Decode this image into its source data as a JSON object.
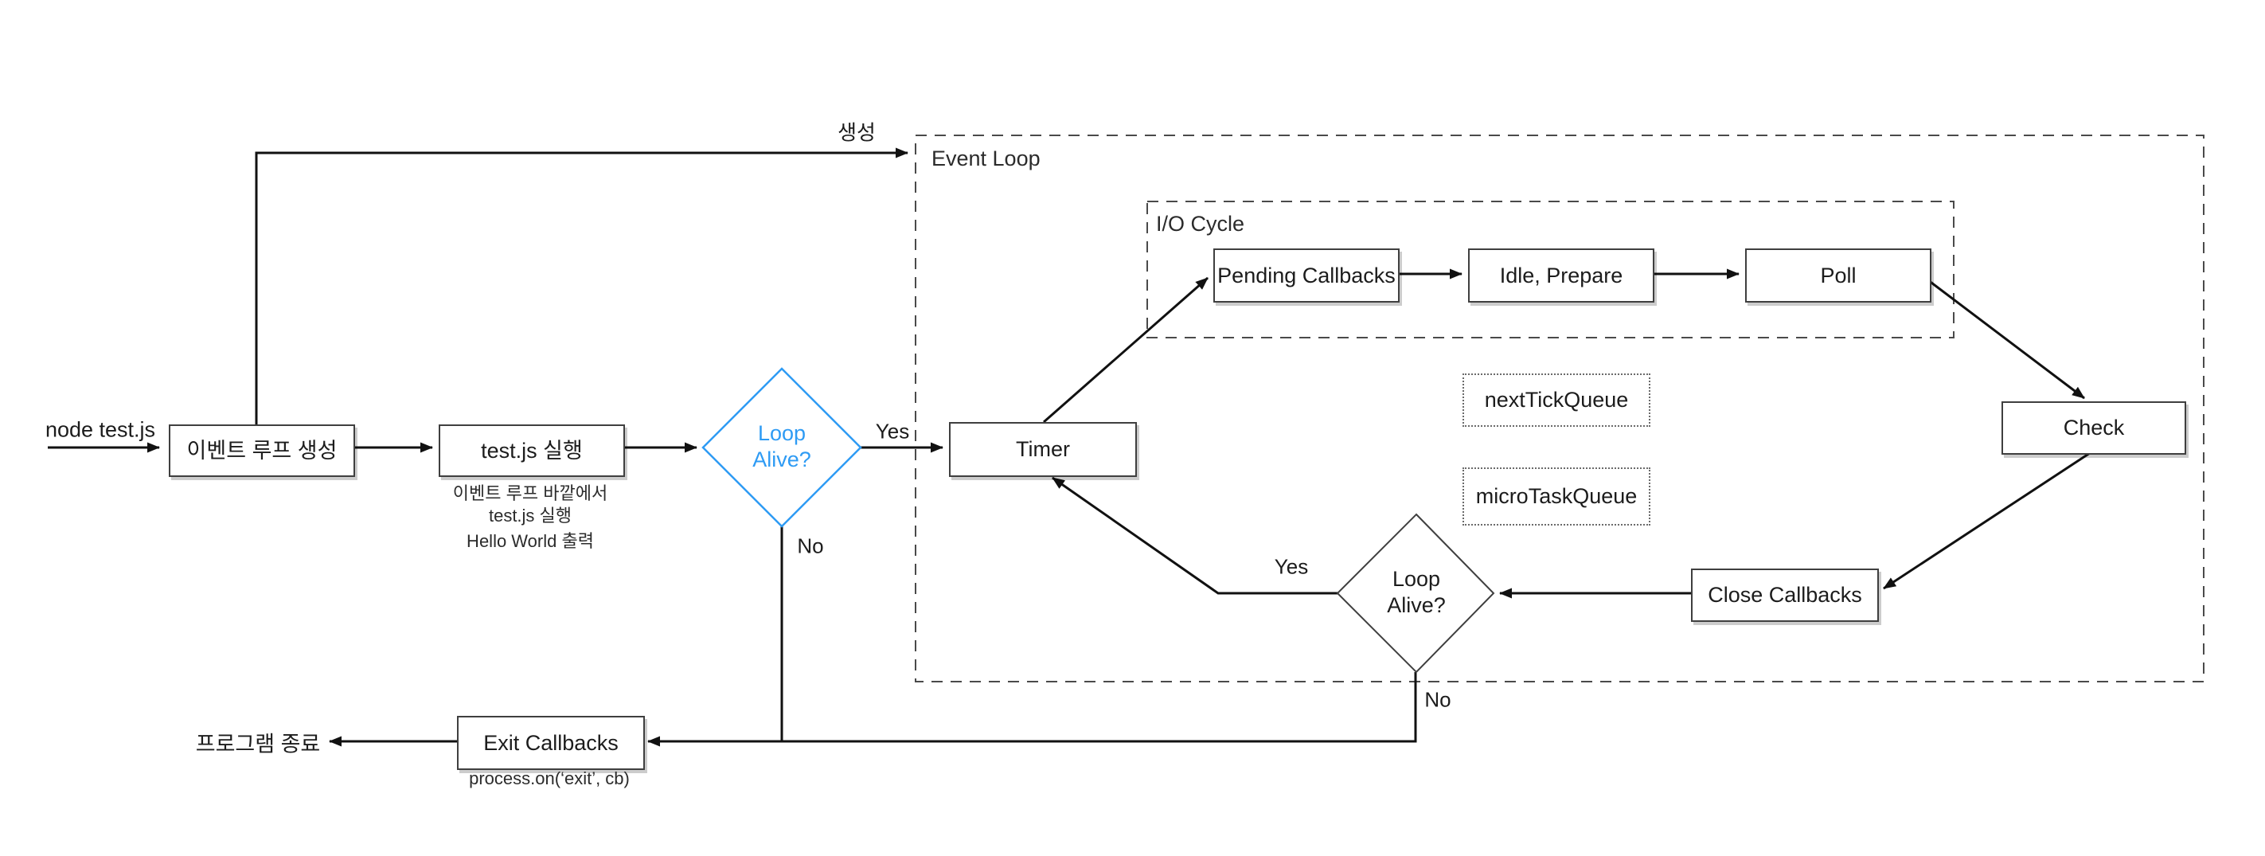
{
  "nodes": {
    "create_loop": {
      "label": "이벤트 루프 생성"
    },
    "run_test": {
      "label": "test.js 실행"
    },
    "loop_alive_main": {
      "label": "Loop\nAlive?"
    },
    "timer": {
      "label": "Timer"
    },
    "pending_callbacks": {
      "label": "Pending Callbacks"
    },
    "idle_prepare": {
      "label": "Idle, Prepare"
    },
    "poll": {
      "label": "Poll"
    },
    "check": {
      "label": "Check"
    },
    "close_callbacks": {
      "label": "Close Callbacks"
    },
    "loop_alive_io": {
      "label": "Loop\nAlive?"
    },
    "next_tick_queue": {
      "label": "nextTickQueue"
    },
    "micro_task_queue": {
      "label": "microTaskQueue"
    },
    "exit_callbacks": {
      "label": "Exit Callbacks"
    }
  },
  "containers": {
    "event_loop": {
      "label": "Event Loop"
    },
    "io_cycle": {
      "label": "I/O Cycle"
    }
  },
  "edge_labels": {
    "start": "node test.js",
    "create": "생성",
    "yes_main": "Yes",
    "no_main": "No",
    "yes_io": "Yes",
    "no_io": "No",
    "program_exit": "프로그램 종료"
  },
  "captions": {
    "run_note_1": "이벤트 루프 바깥에서",
    "run_note_2": "test.js 실행",
    "run_note_3": "Hello World 출력",
    "exit_note": "process.on(‘exit’, cb)"
  },
  "colors": {
    "line": "#111111",
    "accent_blue": "#2e9bf4",
    "box_border": "#3f3f3f"
  }
}
